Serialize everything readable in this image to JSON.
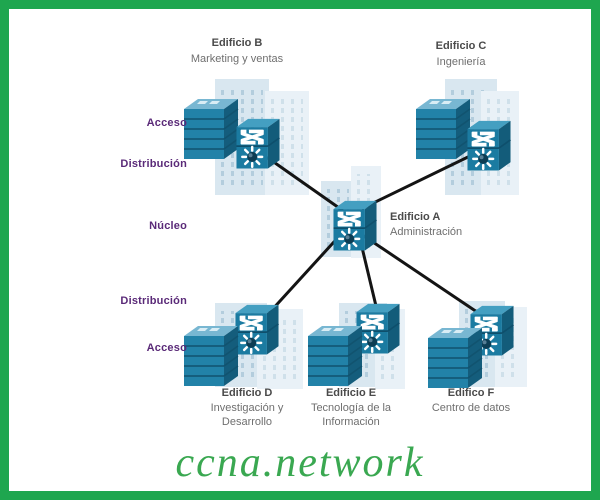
{
  "watermark": {
    "text": "ccna.network",
    "color": "#3aa851"
  },
  "layers": {
    "acceso_top": "Acceso",
    "distribucion_top": "Distribución",
    "nucleo": "Núcleo",
    "distribucion_bottom": "Distribución",
    "acceso_bottom": "Acceso"
  },
  "nodes": {
    "a": {
      "title": "Edificio A",
      "subtitle": "Administración"
    },
    "b": {
      "title": "Edificio B",
      "subtitle": "Marketing y ventas"
    },
    "c": {
      "title": "Edificio C",
      "subtitle": "Ingeniería"
    },
    "d": {
      "title": "Edificio D",
      "subtitle": "Investigación y Desarrollo"
    },
    "e": {
      "title": "Edificio E",
      "subtitle": "Tecnología de la Información"
    },
    "f": {
      "title": "Edifico F",
      "subtitle": "Centro de datos"
    }
  },
  "colors": {
    "frame_border": "#1ea64f",
    "layer_label": "#5a2a78",
    "switch_front": "#1b7ba1",
    "switch_side": "#135c7a",
    "switch_top": "#449fc1",
    "stack_front": "#2282a8",
    "building": "#d9e7f0",
    "link_line": "#141414"
  }
}
